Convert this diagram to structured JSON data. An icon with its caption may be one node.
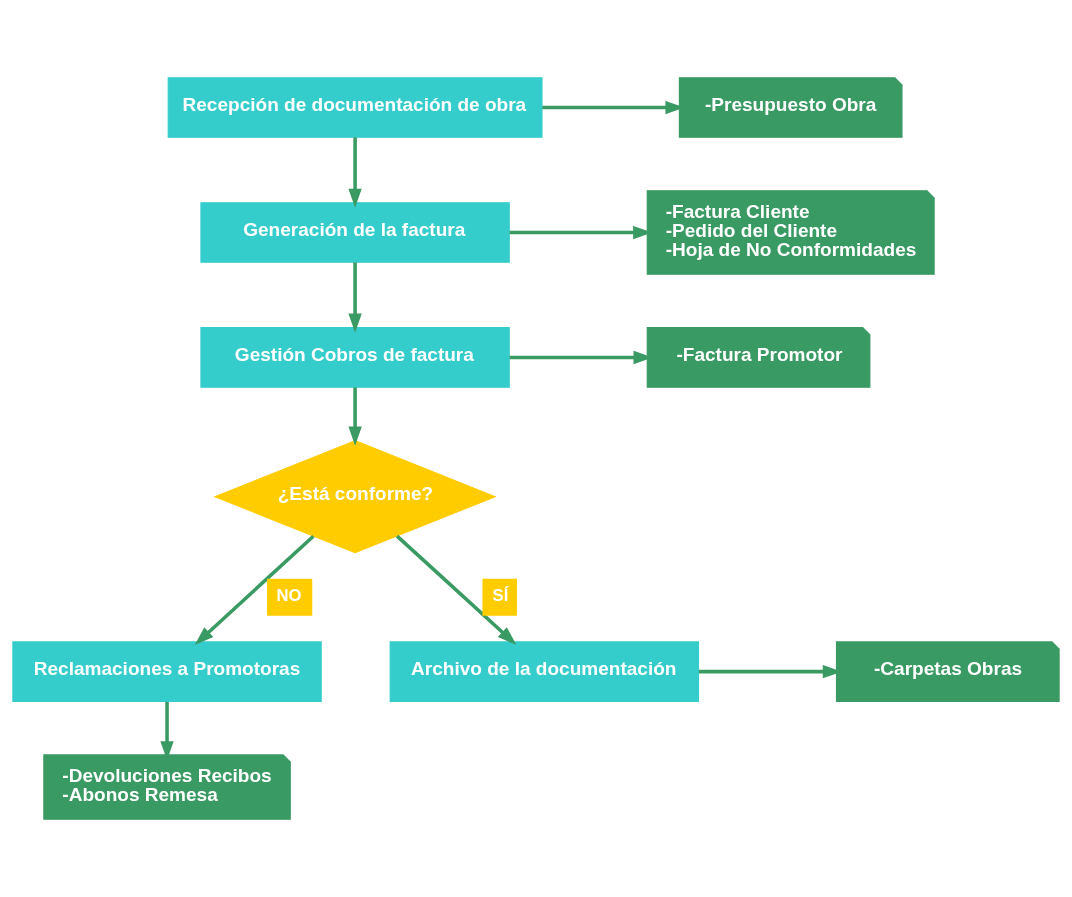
{
  "diagram": {
    "nodes": [
      {
        "text": [
          "Recepción de documentación de obra"
        ]
      },
      {
        "text": [
          "-Presupuesto Obra"
        ]
      },
      {
        "text": [
          "Generación de la factura"
        ]
      },
      {
        "text": [
          "-Factura Cliente",
          "-Pedido del Cliente",
          "-Hoja de No Conformidades"
        ]
      },
      {
        "text": [
          "Gestión Cobros de factura"
        ]
      },
      {
        "text": [
          "-Factura Promotor"
        ]
      },
      {
        "text": [
          "¿Está conforme?"
        ]
      },
      {
        "text": [
          "Reclamaciones a Promotoras"
        ]
      },
      {
        "text": [
          "-Devoluciones Recibos",
          "-Abonos Remesa"
        ]
      },
      {
        "text": [
          "Archivo de la documentación"
        ]
      },
      {
        "text": [
          "-Carpetas Obras"
        ]
      }
    ],
    "edges": [
      {
        "from": 0,
        "to": 1,
        "arrow": "to"
      },
      {
        "from": 0,
        "to": 2,
        "arrow": "to"
      },
      {
        "from": 2,
        "to": 3,
        "arrow": "to"
      },
      {
        "from": 2,
        "to": 4,
        "arrow": "to"
      },
      {
        "from": 4,
        "to": 5,
        "arrow": "to"
      },
      {
        "from": 4,
        "to": 6,
        "arrow": "to"
      },
      {
        "from": 6,
        "to": 7,
        "arrow": "to",
        "label": "NO"
      },
      {
        "from": 7,
        "to": 8,
        "arrow": "to"
      },
      {
        "from": 6,
        "to": 9,
        "arrow": "to",
        "label": "SÍ"
      },
      {
        "from": 9,
        "to": 10,
        "arrow": "to"
      }
    ]
  }
}
